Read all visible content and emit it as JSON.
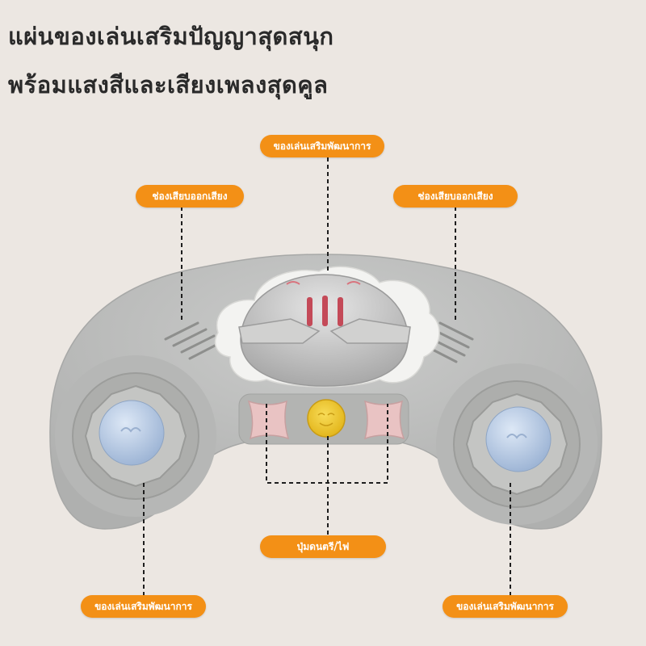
{
  "heading": {
    "line1": "แผ่นของเล่นเสริมปัญญาสุดสนุก",
    "line2": "พร้อมแสงสีและเสียงเพลงสุดคูล"
  },
  "labels": {
    "top_center": "ของเล่นเสริมพัฒนาการ",
    "speaker_left": "ช่องเสียบออกเสียง",
    "speaker_right": "ช่องเสียบออกเสียง",
    "music_light_button": "ปุ่มดนตรี/ไฟ",
    "bottom_left": "ของเล่นเสริมพัฒนาการ",
    "bottom_right": "ของเล่นเสริมพัฒนาการ"
  },
  "colors": {
    "background": "#ece7e2",
    "label_orange": "#f39016",
    "toy_body": "#bfc0bf",
    "knob_blue": "#b9cde8",
    "button_pink": "#e9c3c3",
    "button_yellow": "#f2cc25"
  }
}
